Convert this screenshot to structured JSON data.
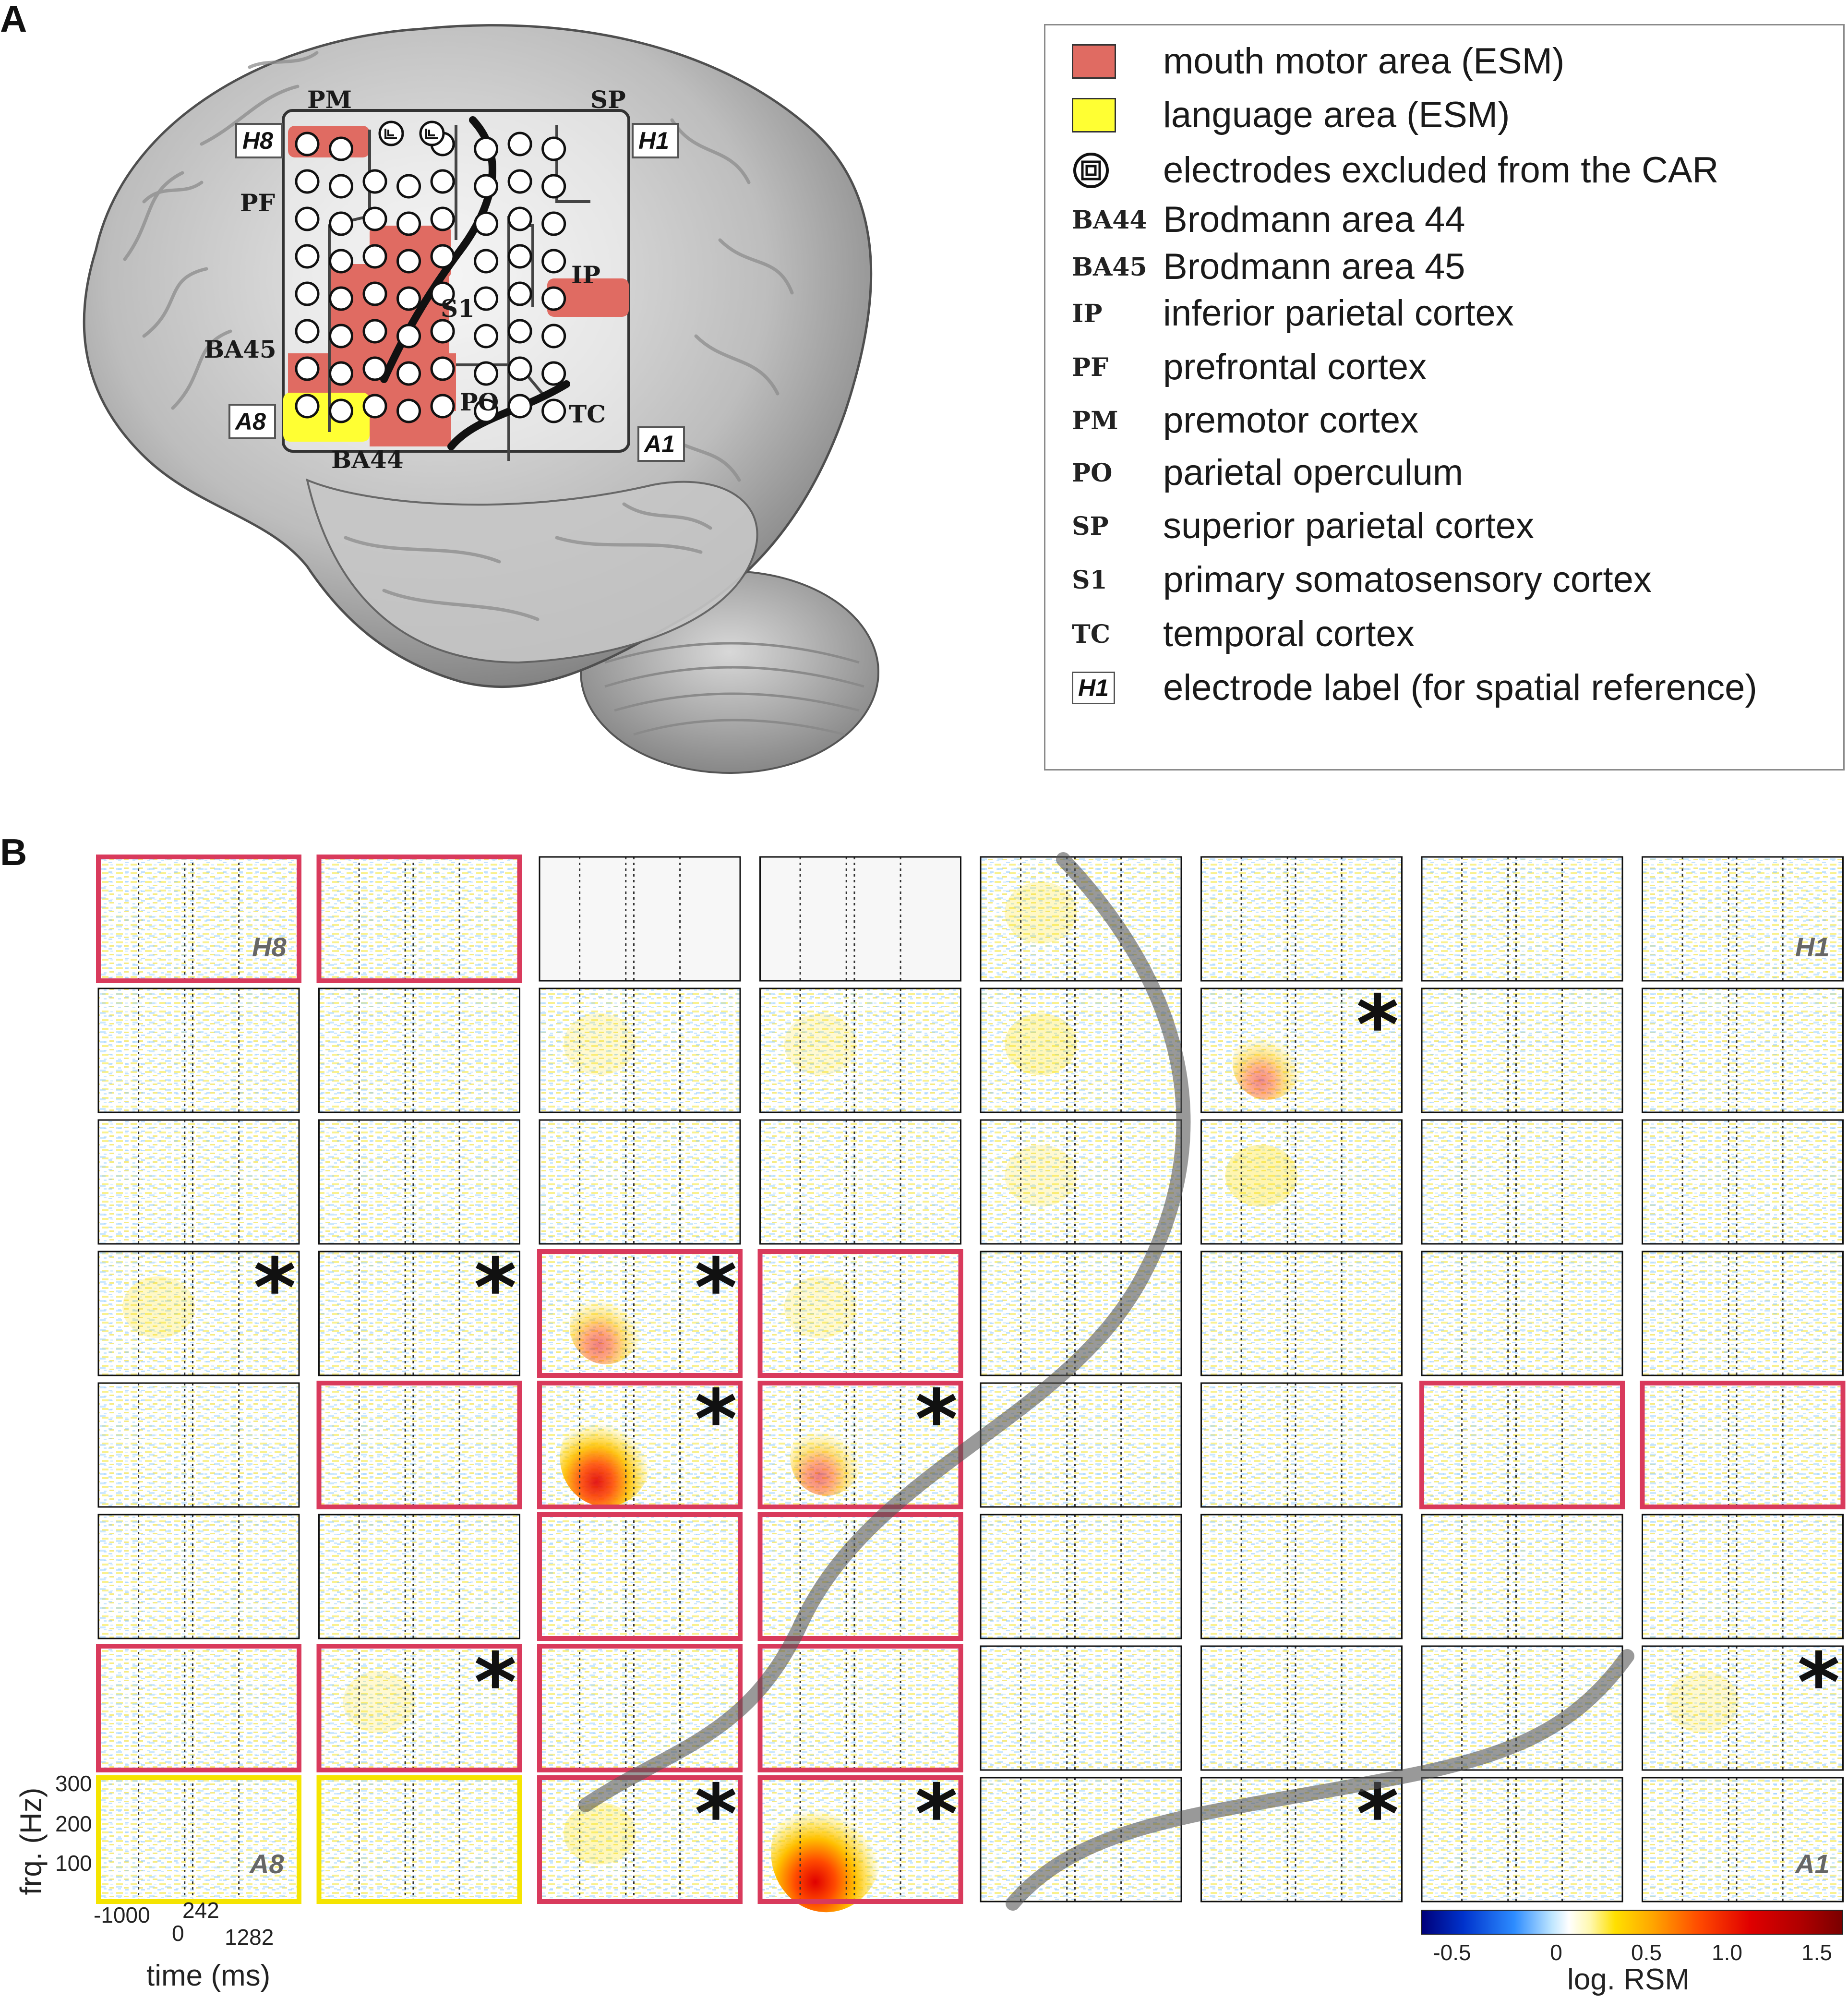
{
  "panel_a": {
    "letter": "A",
    "brain_labels": {
      "pm": "PM",
      "sp": "SP",
      "pf": "PF",
      "ip": "IP",
      "s1": "S1",
      "ba45": "BA45",
      "po": "PO",
      "tc": "TC",
      "ba44": "BA44"
    },
    "electrode_labels": {
      "h8": "H8",
      "h1": "H1",
      "a8": "A8",
      "a1": "A1"
    }
  },
  "legend": {
    "items": [
      {
        "symbol": "red-swatch",
        "color": "#e06b62",
        "text": "mouth motor area (ESM)"
      },
      {
        "symbol": "yellow-swatch",
        "color": "#ffff33",
        "text": "language area (ESM)"
      },
      {
        "symbol": "excluded-electrode-icon",
        "text": "electrodes excluded from the CAR"
      },
      {
        "symbol": "BA44",
        "text": "Brodmann area 44"
      },
      {
        "symbol": "BA45",
        "text": "Brodmann area 45"
      },
      {
        "symbol": "IP",
        "text": "inferior parietal cortex"
      },
      {
        "symbol": "PF",
        "text": "prefrontal cortex"
      },
      {
        "symbol": "PM",
        "text": "premotor cortex"
      },
      {
        "symbol": "PO",
        "text": "parietal operculum"
      },
      {
        "symbol": "SP",
        "text": "superior parietal cortex"
      },
      {
        "symbol": "S1",
        "text": "primary somatosensory cortex"
      },
      {
        "symbol": "TC",
        "text": "temporal cortex"
      },
      {
        "symbol": "H1",
        "text": "electrode label (for spatial reference)"
      }
    ]
  },
  "panel_b": {
    "letter": "B",
    "corner_labels": {
      "top_left": "H8",
      "top_right": "H1",
      "bottom_left": "A8",
      "bottom_right": "A1"
    },
    "y_axis": {
      "label": "frq. (Hz)",
      "ticks": [
        "300",
        "200",
        "100"
      ]
    },
    "x_axis": {
      "label": "time (ms)",
      "ticks": [
        "-1000",
        "0",
        "242",
        "1282"
      ]
    },
    "colorbar": {
      "label": "log. RSM",
      "ticks": [
        "-0.5",
        "0",
        "0.5",
        "1.0",
        "1.5"
      ],
      "colors": [
        "#00007a",
        "#2d8cff",
        "#ffffff",
        "#ffe000",
        "#ff4a00",
        "#7a0000"
      ]
    },
    "grid": {
      "rows": 8,
      "cols": 8,
      "mouth_motor_border_color": "#d93a5c",
      "language_border_color": "#f5e400",
      "frames": [
        [
          "mouth",
          "mouth",
          "excluded",
          "excluded",
          "none",
          "none",
          "none",
          "none"
        ],
        [
          "none",
          "none",
          "none",
          "none",
          "none",
          "none",
          "none",
          "none"
        ],
        [
          "none",
          "none",
          "none",
          "none",
          "none",
          "none",
          "none",
          "none"
        ],
        [
          "none",
          "none",
          "mouth",
          "mouth",
          "none",
          "none",
          "none",
          "none"
        ],
        [
          "none",
          "mouth",
          "mouth",
          "mouth",
          "none",
          "none",
          "mouth",
          "mouth"
        ],
        [
          "none",
          "none",
          "mouth",
          "mouth",
          "none",
          "none",
          "none",
          "none"
        ],
        [
          "mouth",
          "mouth",
          "mouth",
          "mouth",
          "none",
          "none",
          "none",
          "none"
        ],
        [
          "language",
          "language",
          "mouth",
          "mouth",
          "none",
          "none",
          "none",
          "none"
        ]
      ],
      "significant": [
        [
          false,
          false,
          false,
          false,
          false,
          false,
          false,
          false
        ],
        [
          false,
          false,
          false,
          false,
          false,
          true,
          false,
          false
        ],
        [
          false,
          false,
          false,
          false,
          false,
          false,
          false,
          false
        ],
        [
          true,
          true,
          true,
          false,
          false,
          false,
          false,
          false
        ],
        [
          false,
          false,
          true,
          true,
          false,
          false,
          false,
          false
        ],
        [
          false,
          false,
          false,
          false,
          false,
          false,
          false,
          false
        ],
        [
          false,
          true,
          false,
          false,
          false,
          false,
          false,
          true
        ],
        [
          false,
          false,
          true,
          true,
          false,
          true,
          false,
          false
        ]
      ],
      "activation": [
        [
          0.15,
          0.1,
          0,
          0,
          0.25,
          0.1,
          0.1,
          0.15
        ],
        [
          0.05,
          0.1,
          0.2,
          0.2,
          0.3,
          0.45,
          0.1,
          0.1
        ],
        [
          0.05,
          0.05,
          0.1,
          0.15,
          0.2,
          0.35,
          0.15,
          0.1
        ],
        [
          0.25,
          0.1,
          0.5,
          0.2,
          0.1,
          0.15,
          0.05,
          0.05
        ],
        [
          0.05,
          0.05,
          0.9,
          0.5,
          0.1,
          0.1,
          0.05,
          0.05
        ],
        [
          0.05,
          0.1,
          0.1,
          0.05,
          0.05,
          0.1,
          0.1,
          0.1
        ],
        [
          0.1,
          0.2,
          0.1,
          0.15,
          0.05,
          0.05,
          0.05,
          0.2
        ],
        [
          0.1,
          0.15,
          0.3,
          1.3,
          0.1,
          0.1,
          0.05,
          0.1
        ]
      ]
    }
  }
}
